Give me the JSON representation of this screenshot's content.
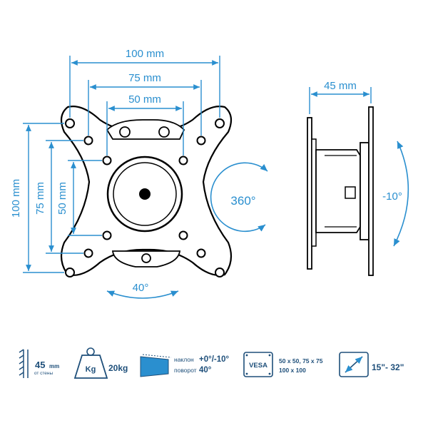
{
  "colors": {
    "accent": "#2a8fcf",
    "plate": "#ffffff",
    "outline": "#000000",
    "spec_text": "#1e4f7a"
  },
  "front_view": {
    "dim_100_horizontal": "100 mm",
    "dim_75_horizontal": "75 mm",
    "dim_50_horizontal": "50 mm",
    "dim_100_vertical": "100 mm",
    "dim_75_vertical": "75 mm",
    "dim_50_vertical": "50 mm",
    "rotation_label": "360°",
    "swivel_label": "40°"
  },
  "side_view": {
    "depth_label": "45 mm",
    "tilt_label": "-10°"
  },
  "specs": {
    "depth": {
      "value": "45",
      "unit": "mm",
      "caption": "от стены",
      "icon": "wall-distance-icon"
    },
    "load": {
      "icon_text": "Kg",
      "value": "20kg",
      "icon": "weight-icon"
    },
    "angles": {
      "icon": "screen-tilt-icon",
      "tilt_label": "наклон",
      "tilt_value": "+0°/-10°",
      "turn_label": "поворот",
      "turn_value": "40°"
    },
    "vesa": {
      "icon_text": "VESA",
      "line1": "50 x 50, 75 x 75",
      "line2": "100 x 100",
      "icon": "vesa-icon"
    },
    "screen": {
      "value": "15\"- 32\"",
      "icon": "diagonal-icon"
    }
  }
}
